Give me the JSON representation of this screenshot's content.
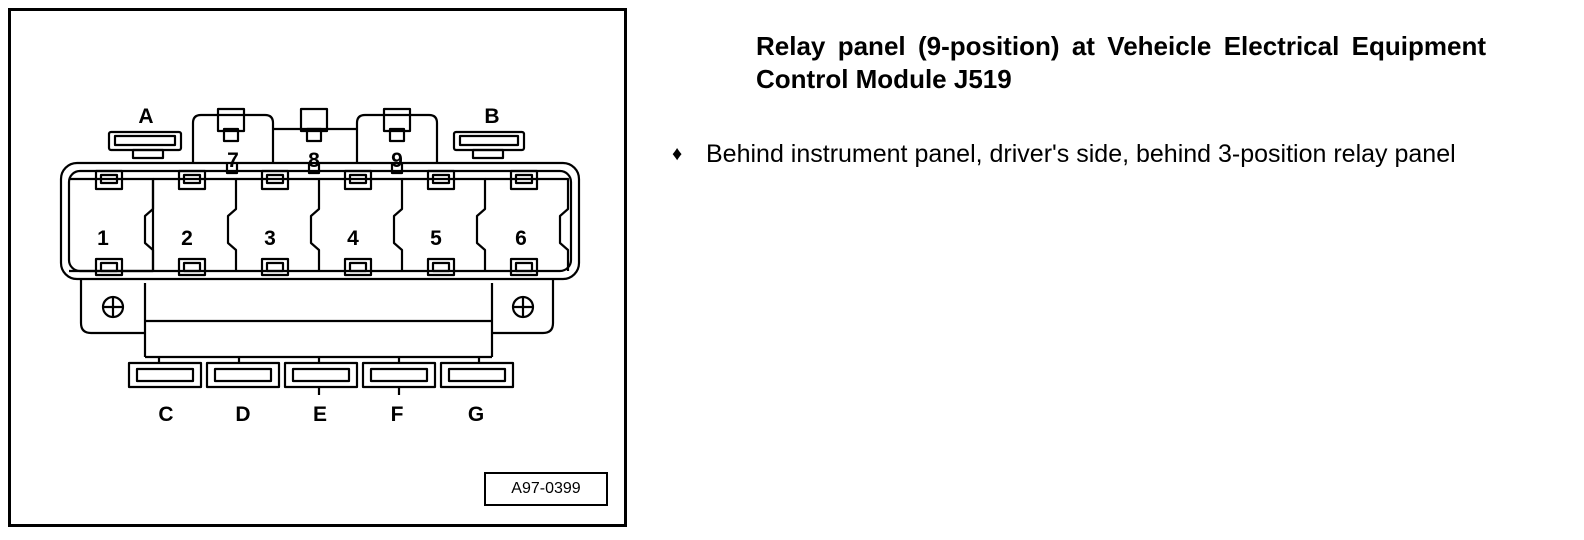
{
  "diagram": {
    "relay_positions": [
      "1",
      "2",
      "3",
      "4",
      "5",
      "6",
      "7",
      "8",
      "9"
    ],
    "top_labels": [
      "A",
      "B"
    ],
    "bottom_labels": [
      "C",
      "D",
      "E",
      "F",
      "G"
    ],
    "reference": "A97-0399"
  },
  "text": {
    "title": "Relay panel (9-position) at Veheicle Electrical Equipment Control Module J519",
    "bullet_symbol": "♦",
    "location": "Behind instrument panel, driver's side, behind 3-position relay panel"
  }
}
